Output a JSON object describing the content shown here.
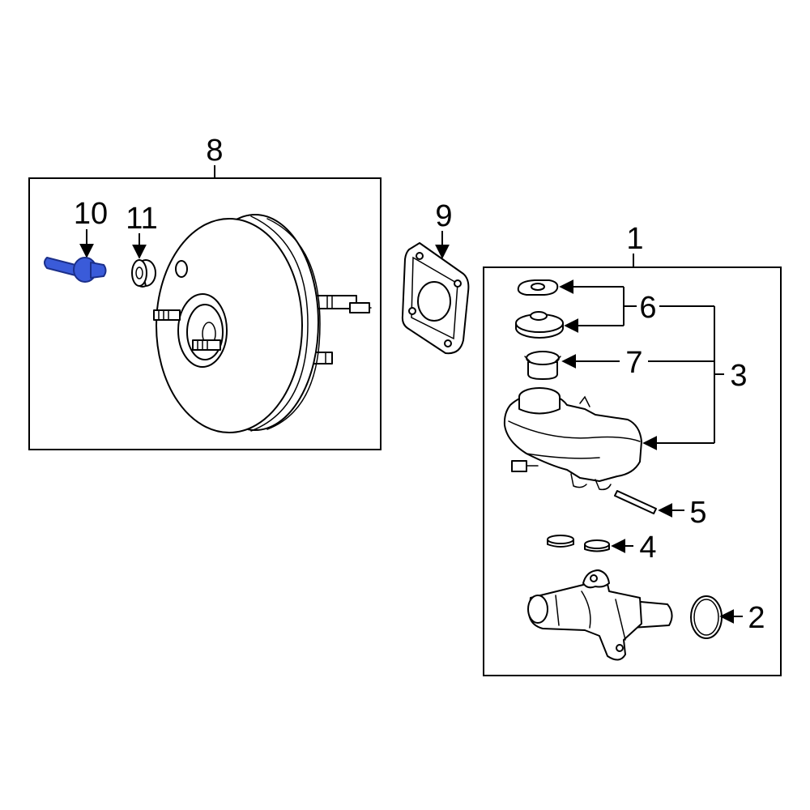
{
  "callouts": {
    "c1": "1",
    "c2": "2",
    "c3": "3",
    "c4": "4",
    "c5": "5",
    "c6": "6",
    "c7": "7",
    "c8": "8",
    "c9": "9",
    "c10": "10",
    "c11": "11"
  },
  "colors": {
    "highlight": "#3a5bd9",
    "line": "#000000"
  }
}
